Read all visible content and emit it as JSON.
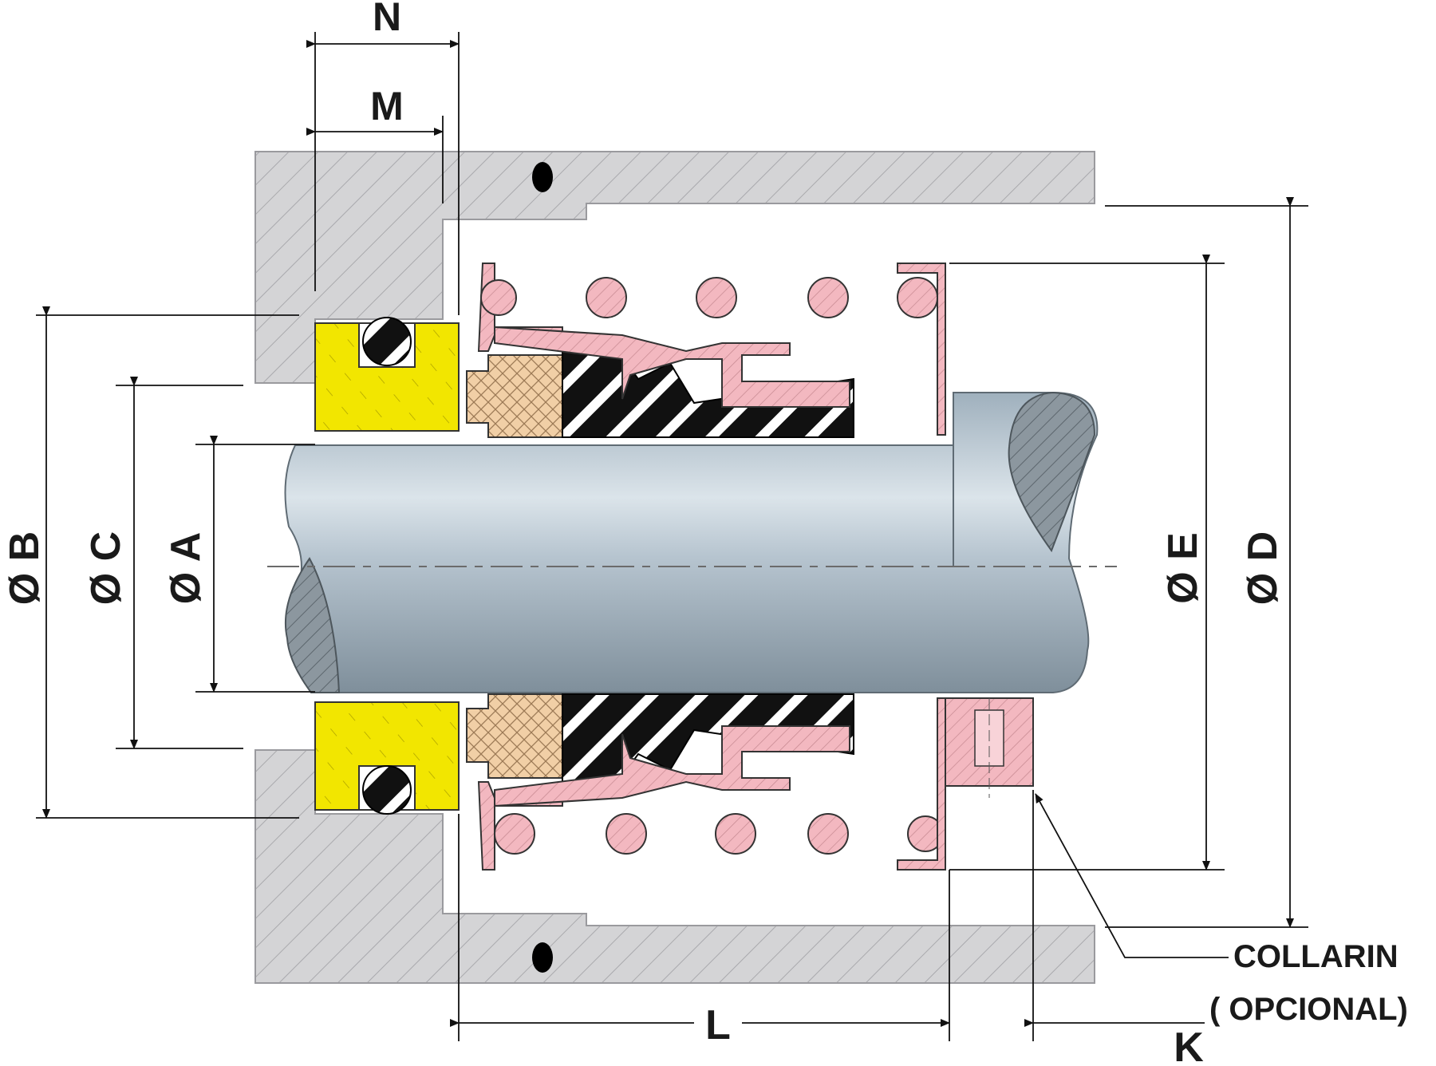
{
  "labels": {
    "N": "N",
    "M": "M",
    "B": "Ø B",
    "C": "Ø C",
    "A": "Ø A",
    "E": "Ø E",
    "D": "Ø D",
    "L": "L",
    "K": "K"
  },
  "note": {
    "line1": "COLLARIN",
    "line2": "( OPCIONAL)"
  },
  "colors": {
    "housing": "#d4d4d6",
    "stationary_seat": "#f2e600",
    "face": "#f1cfa6",
    "metal_parts": "#f3b8c0",
    "spring": "#efadb4",
    "bellows_dark": "#111111",
    "shaft": "#a9b9c6"
  }
}
